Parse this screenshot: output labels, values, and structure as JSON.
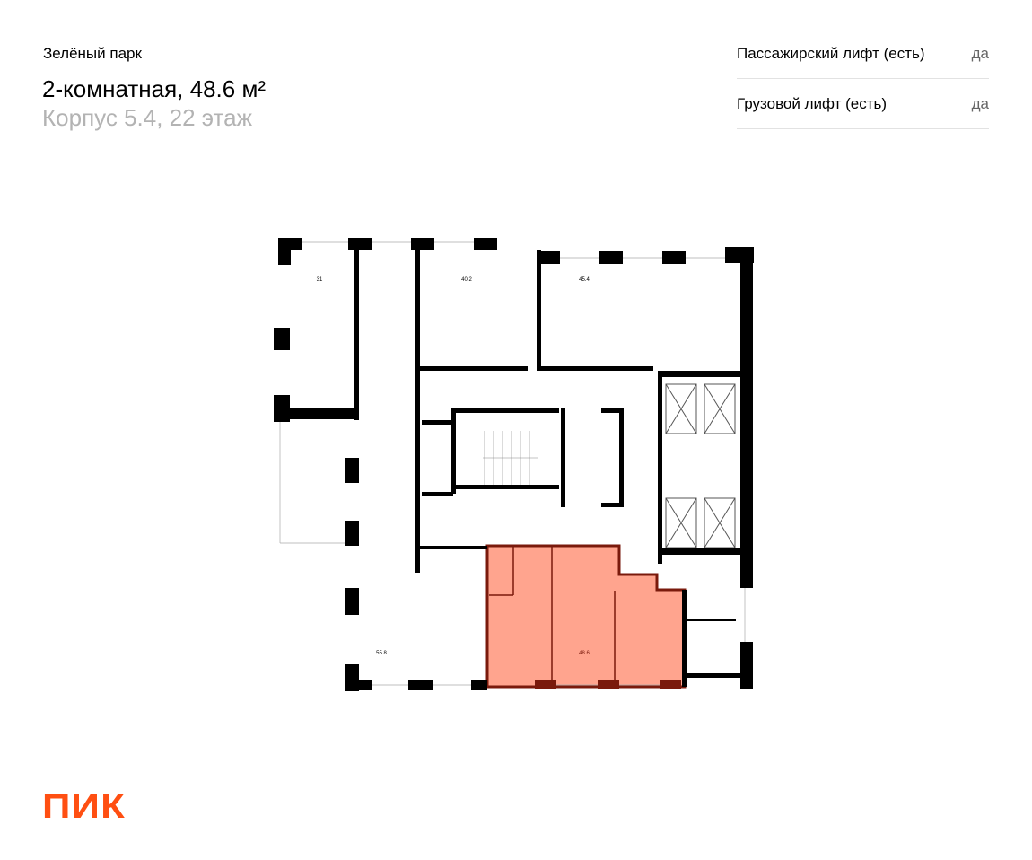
{
  "project": "Зелёный парк",
  "apartment": {
    "title": "2-комнатная, 48.6 м²",
    "subtitle": "Корпус 5.4, 22 этаж"
  },
  "properties": [
    {
      "label": "Пассажирский лифт (есть)",
      "value": "да"
    },
    {
      "label": "Грузовой лифт (есть)",
      "value": "да"
    }
  ],
  "plan": {
    "areas": [
      "31",
      "40.2",
      "45.4",
      "55.8",
      "48.6"
    ],
    "highlight_color": "#ffa48e",
    "highlight_border": "#7a1a0c"
  },
  "logo": "ПИК",
  "colors": {
    "brand": "#ff4f12"
  }
}
